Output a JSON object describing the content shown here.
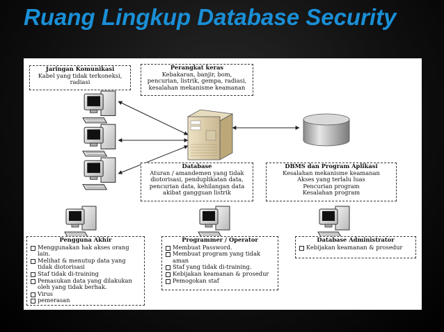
{
  "slide": {
    "title": "Ruang Lingkup Database Security"
  },
  "diagram": {
    "jaringan": {
      "heading": "Jaringan Komunikasi",
      "lines": [
        "Kabel yang tidak terkoneksi,",
        "radiasi"
      ]
    },
    "perangkat": {
      "heading": "Perangkat keras",
      "lines": [
        "Kebakaran, banjir, bom,",
        "pencurian, listrik, gempa, radiasi,",
        "kesalahan mekanisme keamanan"
      ]
    },
    "database": {
      "heading": "Database",
      "lines": [
        "Aturan / amandemen yang tidak",
        "diotorisasi, penduplikatan data,",
        "pencurian data, kehilangan data",
        "akibat gangguan listrik"
      ]
    },
    "dbms": {
      "heading": "DBMS dan Program Aplikasi",
      "lines": [
        "Kesalahan mekanisme keamanan",
        "Akses yang terlalu luas",
        "Pencurian program",
        "Kesalahan program"
      ]
    },
    "pengguna": {
      "heading": "Pengguna Akhir",
      "items": [
        "Menggunakan hak akses orang lain.",
        "Melihat & menutup data yang tidak diotorisasi",
        "Staf tidak di-training",
        "Pemasukan data yang dilakukan oleh yang tidak berhak.",
        "Virus",
        "pemerasan"
      ]
    },
    "programmer": {
      "heading": "Programmer / Operator",
      "items": [
        "Membuat Password.",
        "Membuat program yang tidak aman",
        "Staf yang tidak di-training.",
        "Kebijakan keamanan & prosedur",
        "Pemogokan staf"
      ]
    },
    "dba": {
      "heading": "Database Administrator",
      "items": [
        "Kebijakan keamanan & prosedur"
      ]
    }
  }
}
